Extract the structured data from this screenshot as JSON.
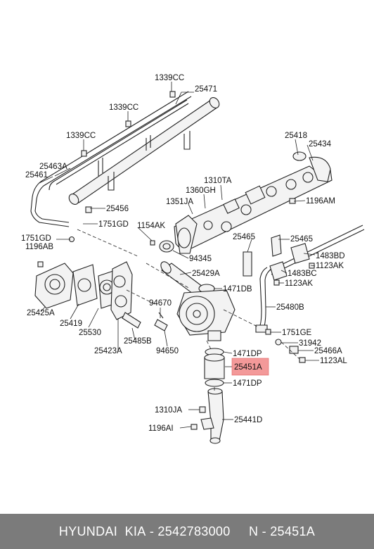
{
  "diagram": {
    "highlight_color": "#f08080",
    "labels": {
      "l1339cc_a": "1339CC",
      "l25471": "25471",
      "l1339cc_b": "1339CC",
      "l1339cc_c": "1339CC",
      "l25418": "25418",
      "l25434": "25434",
      "l25463a": "25463A",
      "l25461": "25461",
      "l1310ta": "1310TA",
      "l1360gh": "1360GH",
      "l1351ja": "1351JA",
      "l1196am": "1196AM",
      "l25456": "25456",
      "l1751gd_a": "1751GD",
      "l1154ak": "1154AK",
      "l25465_a": "25465",
      "l25465_b": "25465",
      "l1751gd_b": "1751GD",
      "l1196ab": "1196AB",
      "l94345": "94345",
      "l1483bd": "1483BD",
      "l1123ak_a": "1123AK",
      "l25429a": "25429A",
      "l1483bc": "1483BC",
      "l1123ak_b": "1123AK",
      "l1471db": "1471DB",
      "l94670": "94670",
      "l25480b": "25480B",
      "l25425a": "25425A",
      "l25419": "25419",
      "l25530": "25530",
      "l1751ge": "1751GE",
      "l25485b": "25485B",
      "l31942": "31942",
      "l25423a": "25423A",
      "l94650": "94650",
      "l1471dp_a": "1471DP",
      "l25466a": "25466A",
      "l25451a": "25451A",
      "l1123al": "1123AL",
      "l1471dp_b": "1471DP",
      "l1310ja": "1310JA",
      "l25441d": "25441D",
      "l1196ai": "1196AI"
    }
  },
  "footer": {
    "brand": "HYUNDAI  KIA",
    "sep1": " - ",
    "part_number": "2542783000",
    "sep2": "     N - ",
    "ref": "25451A"
  }
}
